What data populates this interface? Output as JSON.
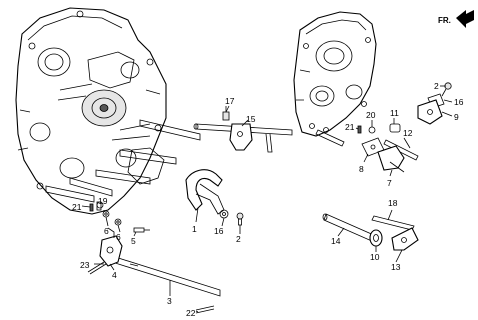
{
  "orientation": {
    "label": "FR.",
    "arrow_icon": "forward-arrow-icon"
  },
  "callouts": {
    "p1": "1",
    "p2a": "2",
    "p2b": "2",
    "p3": "3",
    "p4": "4",
    "p5": "5",
    "p6a": "6",
    "p6b": "6",
    "p7": "7",
    "p8": "8",
    "p9": "9",
    "p10": "10",
    "p11": "11",
    "p12": "12",
    "p13": "13",
    "p14": "14",
    "p15": "15",
    "p16a": "16",
    "p16b": "16",
    "p17": "17",
    "p18": "18",
    "p19": "19",
    "p20": "20",
    "p21a": "21",
    "p21b": "21",
    "p22": "22",
    "p23": "23"
  },
  "colors": {
    "line": "#000000",
    "background": "#ffffff"
  }
}
